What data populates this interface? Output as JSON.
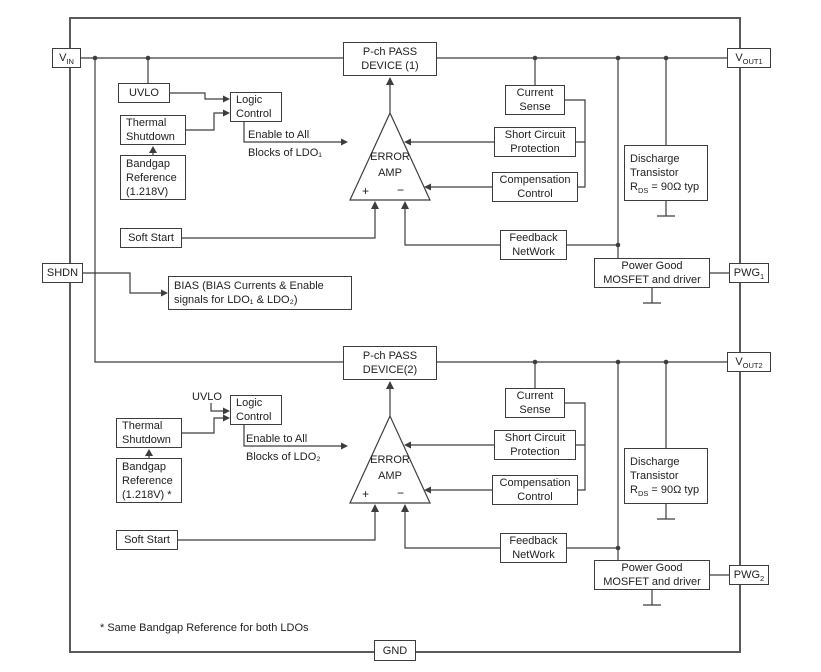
{
  "pins": {
    "vin": {
      "main": "V",
      "sub": "IN"
    },
    "vout1": {
      "main": "V",
      "sub": "OUT1"
    },
    "shdn": "SHDN",
    "pwg1": {
      "main": "PWG",
      "sub": "1"
    },
    "vout2": {
      "main": "V",
      "sub": "OUT2"
    },
    "pwg2": {
      "main": "PWG",
      "sub": "2"
    },
    "gnd": "GND"
  },
  "ldo1": {
    "pass_device": "P-ch PASS\nDEVICE (1)",
    "uvlo": "UVLO",
    "logic_control": "Logic\nControl",
    "thermal_shutdown": "Thermal\nShutdown",
    "bandgap_reference": "Bandgap\nReference\n(1.218V)",
    "soft_start": "Soft Start",
    "enable_note": "Enable to All\nBlocks of LDO₁",
    "error_amp": "ERROR\nAMP",
    "plus": "+",
    "minus": "−",
    "current_sense": "Current\nSense",
    "short_circuit_protection": "Short Circuit\nProtection",
    "compensation_control": "Compensation\nControl",
    "feedback_network": "Feedback\nNetWork",
    "discharge_transistor": {
      "line1": "Discharge",
      "line2": "Transistor",
      "r": "R",
      "r_sub": "DS",
      "r_suffix": " = 90Ω typ"
    },
    "power_good": "Power Good\nMOSFET and driver"
  },
  "ldo2": {
    "pass_device": "P-ch PASS\nDEVICE(2)",
    "uvlo": "UVLO",
    "logic_control": "Logic\nControl",
    "thermal_shutdown": "Thermal\nShutdown",
    "bandgap_reference": "Bandgap\nReference\n(1.218V) *",
    "soft_start": "Soft Start",
    "enable_note": "Enable to All\nBlocks of LDO₂",
    "error_amp": "ERROR\nAMP",
    "plus": "+",
    "minus": "−",
    "current_sense": "Current\nSense",
    "short_circuit_protection": "Short Circuit\nProtection",
    "compensation_control": "Compensation\nControl",
    "feedback_network": "Feedback\nNetWork",
    "discharge_transistor": {
      "line1": "Discharge",
      "line2": "Transistor",
      "r": "R",
      "r_sub": "DS",
      "r_suffix": " = 90Ω typ"
    },
    "power_good": "Power Good\nMOSFET and driver"
  },
  "bias_block": "BIAS (BIAS Currents & Enable\nsignals for LDO₁ & LDO₂)",
  "footnote": "* Same Bandgap Reference for both LDOs"
}
